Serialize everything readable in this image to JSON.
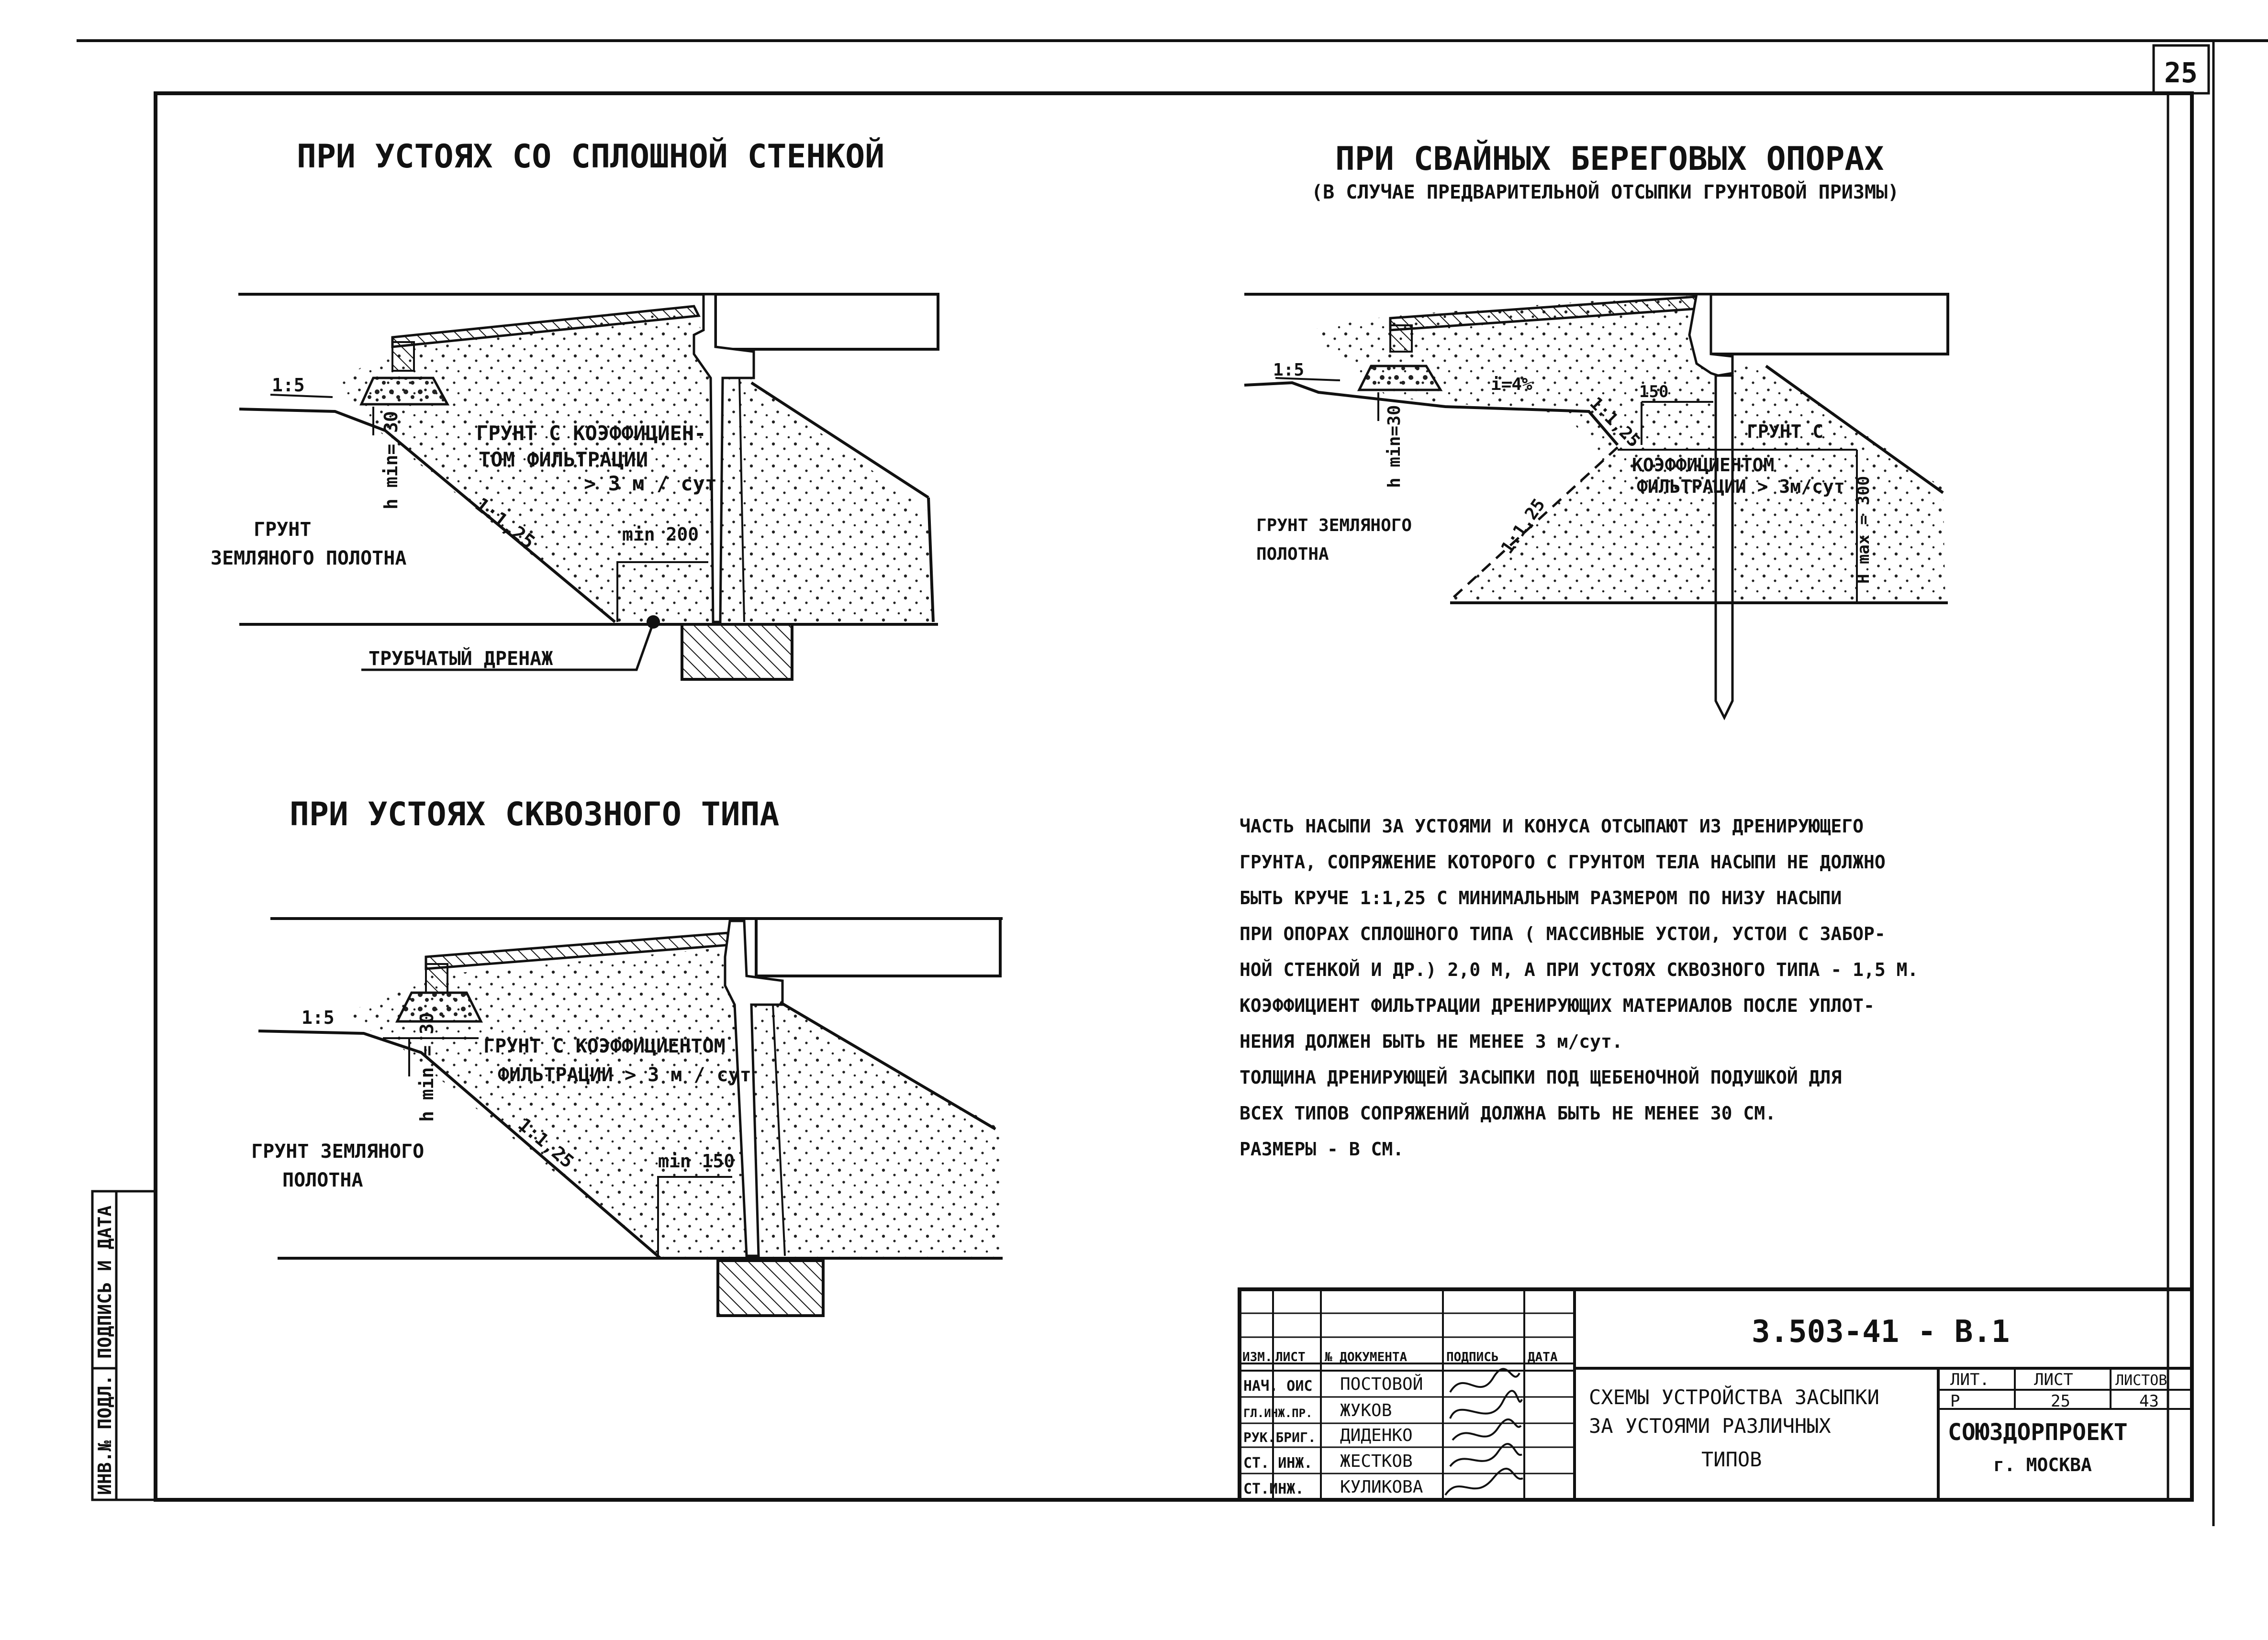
{
  "sheet_number": "25",
  "titles": {
    "solid_wall": "ПРИ УСТОЯХ СО СПЛОШНОЙ СТЕНКОЙ",
    "through_type": "ПРИ УСТОЯХ СКВОЗНОГО ТИПА",
    "pile_supports": "ПРИ СВАЙНЫХ БЕРЕГОВЫХ ОПОРАХ",
    "pile_supports_sub": "(В СЛУЧАЕ ПРЕДВАРИТЕЛЬНОЙ ОТСЫПКИ ГРУНТОВОЙ ПРИЗМЫ)"
  },
  "diagram1": {
    "slope_small": "1:5",
    "h_min": "h min= 30",
    "fill_label_1": "ГРУНТ С КОЭФФИЦИЕН-",
    "fill_label_2": "ТОМ ФИЛЬТРАЦИИ",
    "fill_label_3": "> 3 м / сут",
    "slope_main": "1:1,25",
    "min_dim": "min 200",
    "ground_1": "ГРУНТ",
    "ground_2": "ЗЕМЛЯНОГО ПОЛОТНА",
    "drain": "ТРУБЧАТЫЙ ДРЕНАЖ"
  },
  "diagram2": {
    "slope_small": "1:5",
    "h_min": "h min = 30",
    "fill_label_1": "ГРУНТ С КОЭФФИЦИЕНТОМ",
    "fill_label_2": "ФИЛЬТРАЦИИ > 3 м / сут",
    "slope_main": "1:1,25",
    "min_dim": "min 150",
    "ground_1": "ГРУНТ ЗЕМЛЯНОГО",
    "ground_2": "ПОЛОТНА"
  },
  "diagram3": {
    "slope_small": "1:5",
    "grade": "i=4%",
    "dim_150": "150",
    "slope_upper": "1:1,25",
    "slope_lower": "1:1,25",
    "h_min": "h min=30",
    "fill_label_1": "ГРУНТ С",
    "fill_label_2": "КОЭФФИЦИЕНТОМ",
    "fill_label_3": "ФИЛЬТРАЦИИ > 3м/сут",
    "h_max": "H max = 300",
    "ground_1": "ГРУНТ ЗЕМЛЯНОГО",
    "ground_2": "ПОЛОТНА"
  },
  "notes": [
    "ЧАСТЬ НАСЫПИ ЗА УСТОЯМИ И КОНУСА ОТСЫПАЮТ ИЗ ДРЕНИРУЮЩЕГО",
    "ГРУНТА, СОПРЯЖЕНИЕ КОТОРОГО С ГРУНТОМ ТЕЛА НАСЫПИ НЕ ДОЛЖНО",
    "БЫТЬ КРУЧЕ 1:1,25 С МИНИМАЛЬНЫМ РАЗМЕРОМ ПО НИЗУ НАСЫПИ",
    "ПРИ ОПОРАХ СПЛОШНОГО ТИПА ( МАССИВНЫЕ УСТОИ, УСТОИ С ЗАБОР-",
    "НОЙ СТЕНКОЙ И ДР.) 2,0 М, А ПРИ УСТОЯХ СКВОЗНОГО ТИПА - 1,5 М.",
    "КОЭФФИЦИЕНТ ФИЛЬТРАЦИИ ДРЕНИРУЮЩИХ МАТЕРИАЛОВ ПОСЛЕ УПЛОТ-",
    "НЕНИЯ ДОЛЖЕН БЫТЬ НЕ МЕНЕЕ 3 м/сут.",
    "ТОЛЩИНА ДРЕНИРУЮЩЕЙ ЗАСЫПКИ ПОД ЩЕБЕНОЧНОЙ ПОДУШКОЙ ДЛЯ",
    "ВСЕХ ТИПОВ СОПРЯЖЕНИЙ ДОЛЖНА БЫТЬ НЕ МЕНЕЕ 30 СМ.",
    "РАЗМЕРЫ - В СМ."
  ],
  "stamp": {
    "code": "3.503-41 - В.1",
    "headers": [
      "ИЗМ.",
      "ЛИСТ",
      "№ ДОКУМЕНТА",
      "ПОДПИСЬ",
      "ДАТА"
    ],
    "roles": [
      "НАЧ. ОИС",
      "ГЛ.ИНЖ.ПР.",
      "РУК.БРИГ.",
      "СТ. ИНЖ.",
      "СТ.ИНЖ."
    ],
    "names": [
      "ПОСТОВОЙ",
      "ЖУКОВ",
      "ДИДЕНКО",
      "ЖЕСТКОВ",
      "КУЛИКОВА"
    ],
    "title_1": "СХЕМЫ УСТРОЙСТВА ЗАСЫПКИ",
    "title_2": "ЗА УСТОЯМИ РАЗЛИЧНЫХ",
    "title_3": "ТИПОВ",
    "lit_label": "ЛИТ.",
    "sheet_label": "ЛИСТ",
    "sheets_label": "ЛИСТОВ",
    "lit": "Р",
    "sheet": "25",
    "sheets": "43",
    "org": "СОЮЗДОРПРОЕКТ",
    "city": "г. МОСКВА"
  },
  "side_stamp": {
    "label_1": "ИНВ.№ ПОДЛ.",
    "label_2": "ПОДПИСЬ И ДАТА"
  }
}
